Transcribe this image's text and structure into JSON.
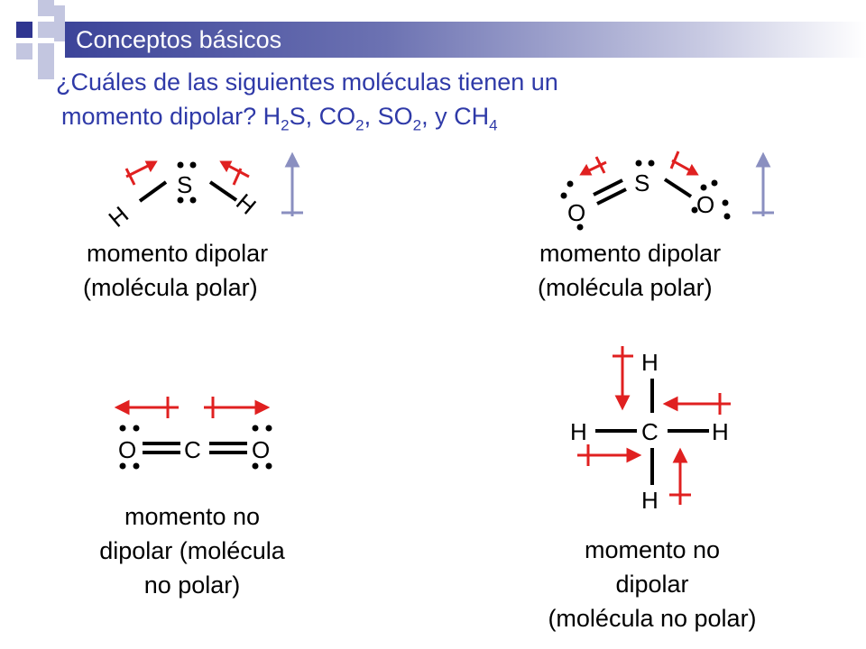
{
  "slide": {
    "title": "Conceptos básicos",
    "question_line1": "¿Cuáles de las siguientes moléculas tienen un",
    "question_line2_prefix": "momento dipolar? H",
    "question_h2s_sub": "2",
    "question_s": "S, CO",
    "question_co2_sub": "2",
    "question_so": ", SO",
    "question_so2_sub": "2",
    "question_ch": ", y CH",
    "question_ch4_sub": "4"
  },
  "molecules": {
    "h2s": {
      "atom_s": "S",
      "atom_h_left": "H",
      "atom_h_right": "H",
      "caption_line1": "momento dipolar",
      "caption_line2": "(molécula polar)"
    },
    "so2": {
      "atom_s": "S",
      "atom_o_left": "O",
      "atom_o_right": "O",
      "caption_line1": "momento dipolar",
      "caption_line2": "(molécula polar)"
    },
    "co2": {
      "atom_o_left": "O",
      "atom_c": "C",
      "atom_o_right": "O",
      "caption_line1": "momento no",
      "caption_line2": "dipolar (molécula",
      "caption_line3": "no polar)"
    },
    "ch4": {
      "atom_h_top": "H",
      "atom_h_left": "H",
      "atom_c": "C",
      "atom_h_right": "H",
      "atom_h_bottom": "H",
      "caption_line1": "momento no",
      "caption_line2": "dipolar",
      "caption_line3": "(molécula no polar)"
    }
  },
  "colors": {
    "title_bar": "#3c4499",
    "question_text": "#2f3aa8",
    "dipole_arrow": "#e02020",
    "net_dipole_arrow": "#8a8fc0",
    "deco_dark": "#2f3590",
    "deco_light": "#c3c6e0"
  }
}
